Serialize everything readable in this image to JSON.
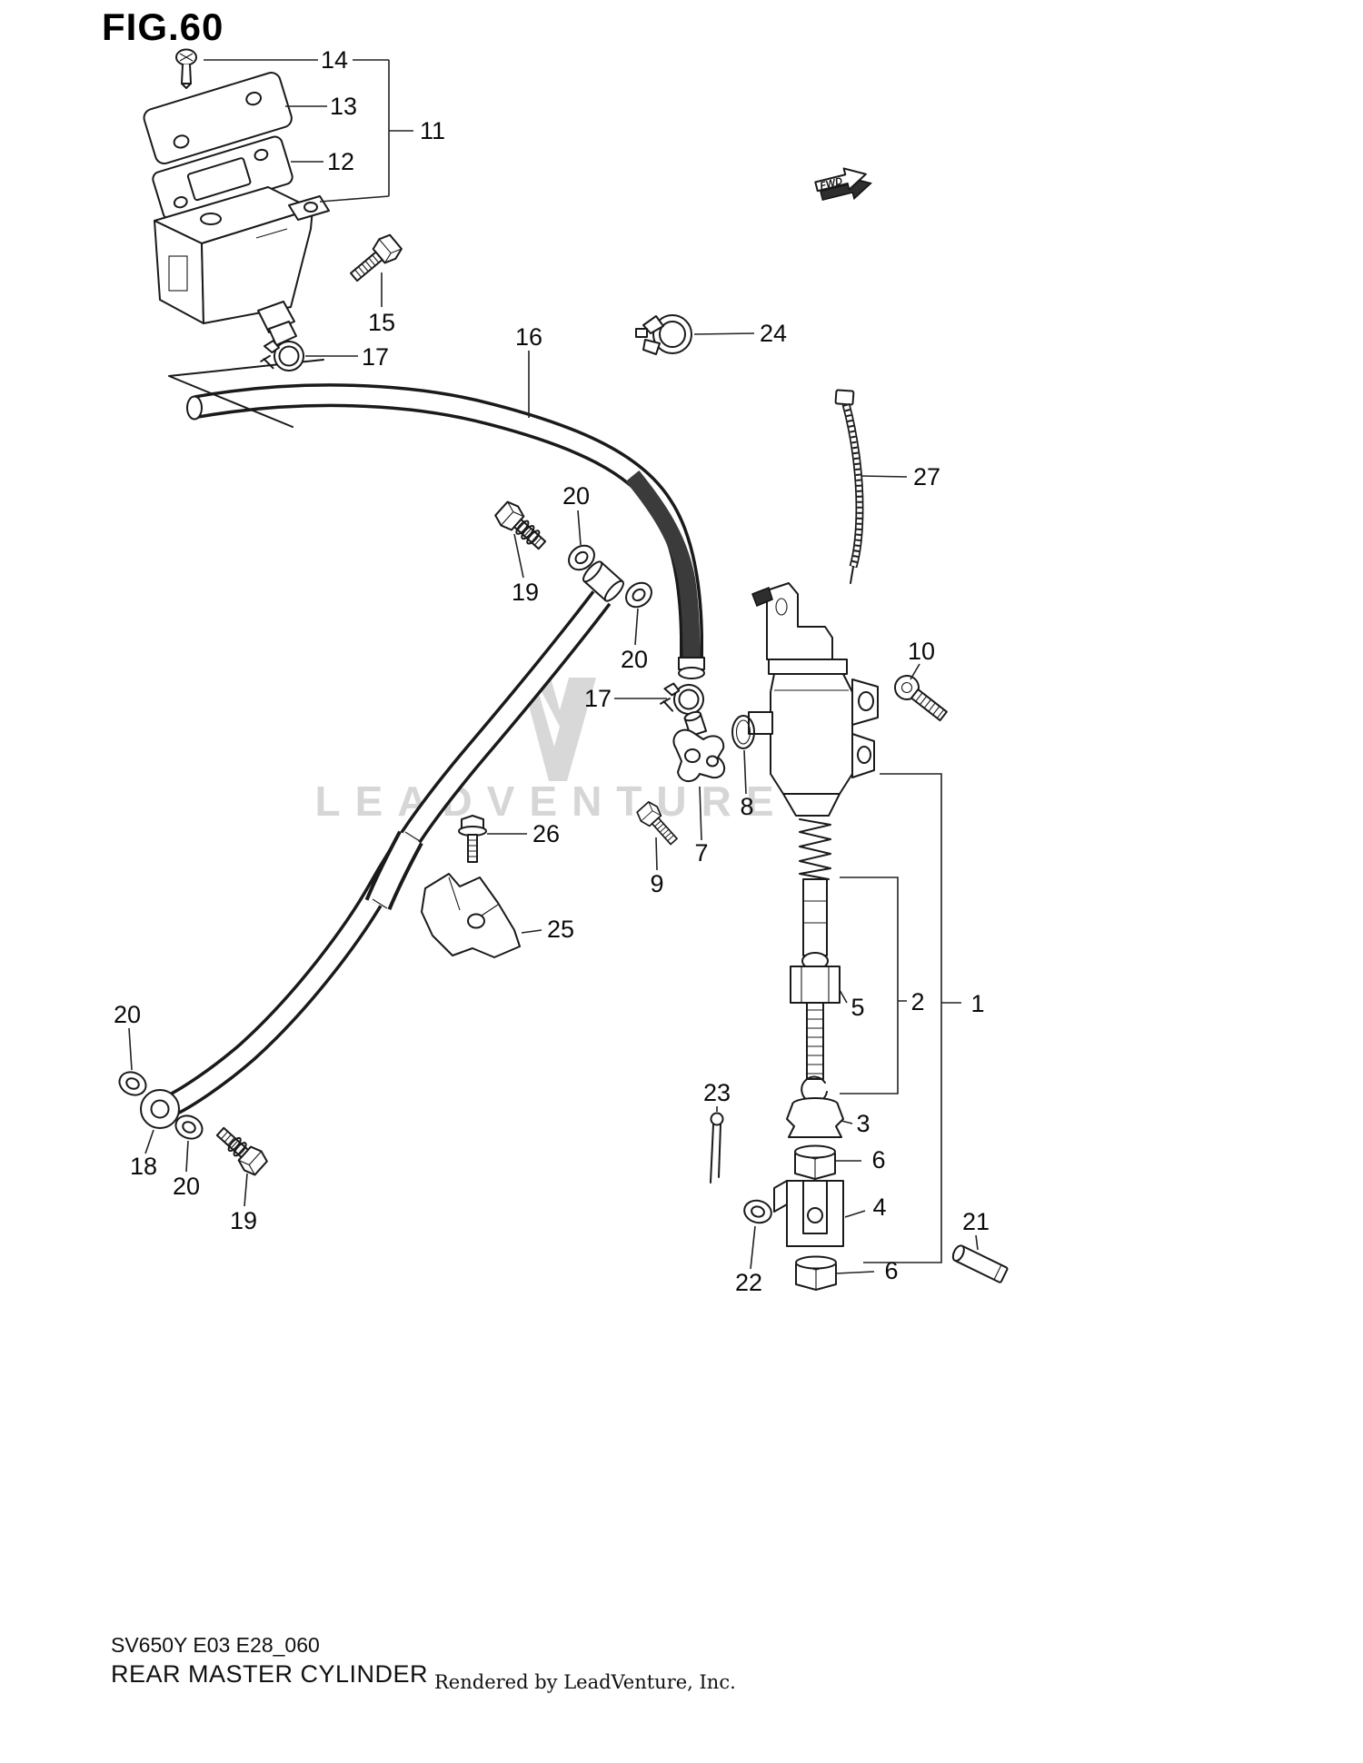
{
  "page": {
    "title": "FIG.60",
    "watermark": "LEADVENTURE",
    "fwd_label": "FWD"
  },
  "footer": {
    "model_code": "SV650Y E03 E28_060",
    "figure_name": "REAR MASTER CYLINDER",
    "rendered_by": "Rendered by LeadVenture, Inc."
  },
  "callouts": [
    "14",
    "13",
    "12",
    "11",
    "15",
    "17",
    "16",
    "24",
    "27",
    "20",
    "19",
    "20",
    "10",
    "17",
    "8",
    "26",
    "7",
    "9",
    "25",
    "2",
    "1",
    "5",
    "20",
    "23",
    "3",
    "18",
    "6",
    "20",
    "4",
    "19",
    "21",
    "6",
    "22"
  ]
}
